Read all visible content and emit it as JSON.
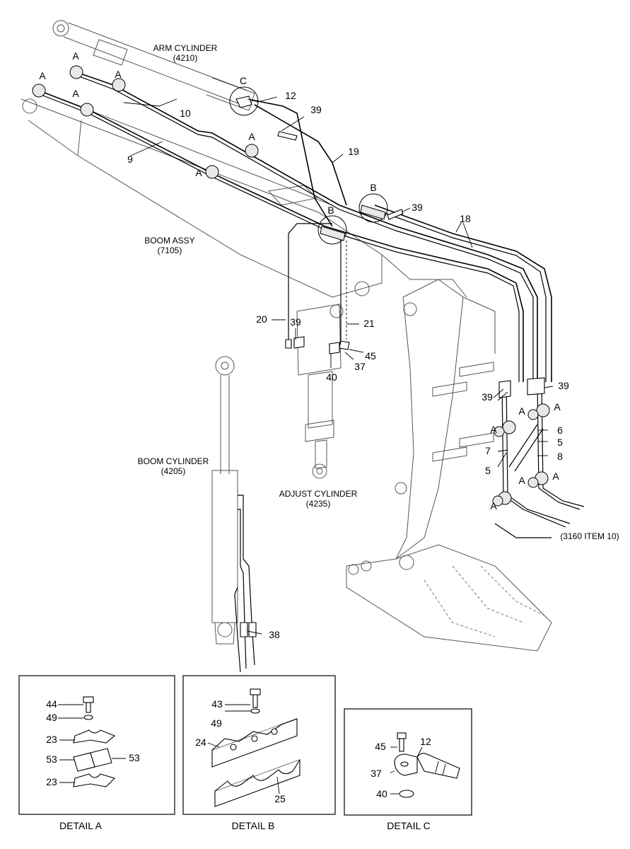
{
  "labels": {
    "arm_cylinder": "ARM CYLINDER",
    "arm_cylinder_no": "(4210)",
    "boom_assy": "BOOM ASSY",
    "boom_assy_no": "(7105)",
    "boom_cylinder": "BOOM CYLINDER",
    "boom_cylinder_no": "(4205)",
    "adjust_cylinder": "ADJUST CYLINDER",
    "adjust_cylinder_no": "(4235)",
    "ref_item": "(3160 ITEM 10)"
  },
  "callouts": {
    "a": "A",
    "b": "B",
    "c": "C",
    "n5": "5",
    "n6": "6",
    "n7": "7",
    "n8": "8",
    "n9": "9",
    "n10": "10",
    "n12": "12",
    "n18": "18",
    "n19": "19",
    "n20": "20",
    "n21": "21",
    "n37": "37",
    "n38": "38",
    "n39": "39",
    "n40": "40",
    "n45": "45"
  },
  "details": {
    "a": {
      "title": "DETAIL A",
      "parts": {
        "p44": "44",
        "p49": "49",
        "p23": "23",
        "p53": "53"
      }
    },
    "b": {
      "title": "DETAIL B",
      "parts": {
        "p43": "43",
        "p49": "49",
        "p24": "24",
        "p25": "25"
      }
    },
    "c": {
      "title": "DETAIL C",
      "parts": {
        "p45": "45",
        "p12": "12",
        "p37": "37",
        "p40": "40"
      }
    }
  }
}
